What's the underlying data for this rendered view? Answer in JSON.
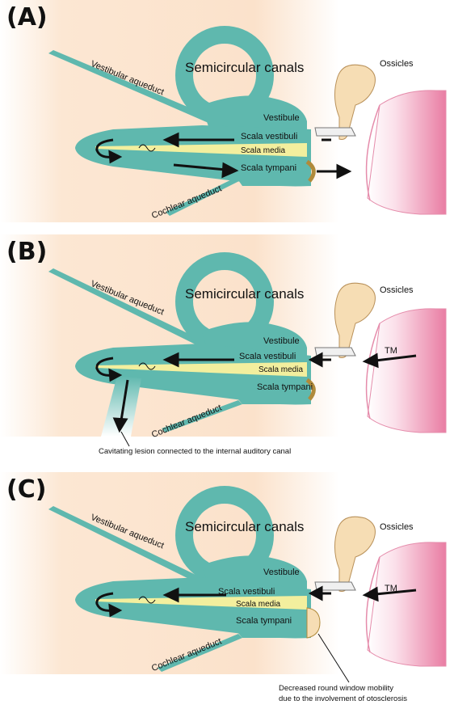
{
  "panels": [
    {
      "letter": "(A)",
      "labels": {
        "ossicles": "Ossicles",
        "semicircular": "Semicircular canals",
        "vestibular_aqueduct": "Vestibular aqueduct",
        "vestibule": "Vestibule",
        "scala_vestibuli": "Scala vestibuli",
        "scala_media": "Scala media",
        "scala_tympani": "Scala tympani",
        "cochlear_aqueduct": "Cochlear aqueduct"
      }
    },
    {
      "letter": "(B)",
      "labels": {
        "ossicles": "Ossicles",
        "semicircular": "Semicircular canals",
        "vestibular_aqueduct": "Vestibular aqueduct",
        "vestibule": "Vestibule",
        "scala_vestibuli": "Scala vestibuli",
        "scala_media": "Scala media",
        "scala_tympani": "Scala tympani",
        "cochlear_aqueduct": "Cochlear aqueduct",
        "tm": "TM",
        "caption": "Cavitating lesion connected to the internal auditory canal"
      }
    },
    {
      "letter": "(C)",
      "labels": {
        "ossicles": "Ossicles",
        "semicircular": "Semicircular canals",
        "vestibular_aqueduct": "Vestibular aqueduct",
        "vestibule": "Vestibule",
        "scala_vestibuli": "Scala vestibuli",
        "scala_media": "Scala media",
        "scala_tympani": "Scala tympani",
        "cochlear_aqueduct": "Cochlear aqueduct",
        "tm": "TM",
        "caption_line1": "Decreased round window mobility",
        "caption_line2": "due to the involvement of otosclerosis"
      }
    }
  ],
  "colors": {
    "fluid": "#5fb8ae",
    "fluid_stroke": "#3e948a",
    "scala_media": "#f3ef9e",
    "background": "#fbe3cc",
    "canal": "#fbd9e4",
    "canal_edge": "#e58cab",
    "ossicle": "#f6ddb4",
    "round_window": "#b08a3a"
  }
}
